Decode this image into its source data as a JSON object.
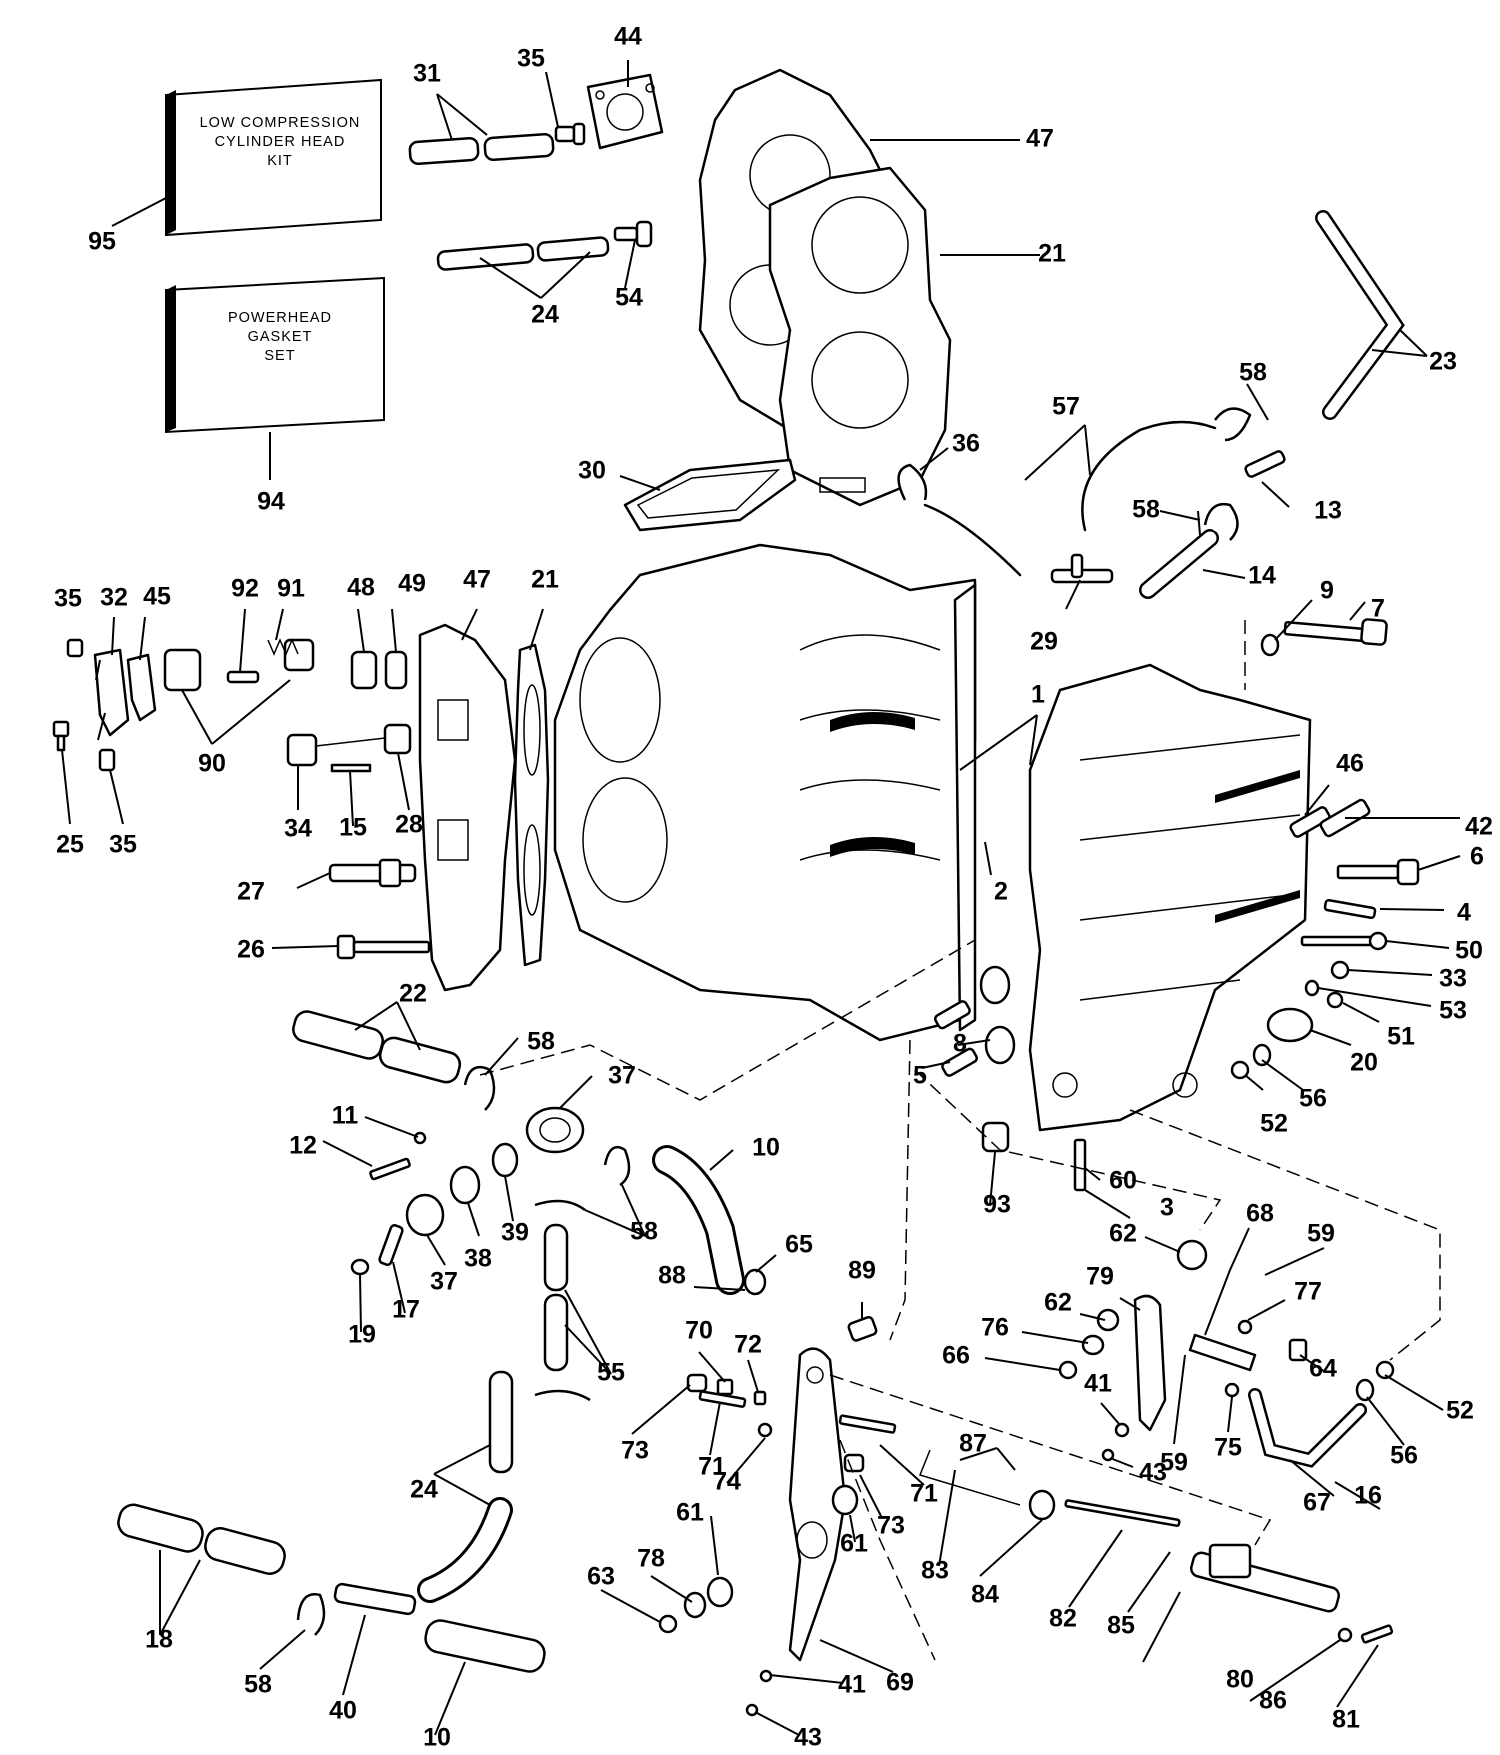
{
  "kits": [
    {
      "label_lines": [
        "LOW COMPRESSION",
        "CYLINDER HEAD",
        "KIT"
      ],
      "callout": "95"
    },
    {
      "label_lines": [
        "POWERHEAD",
        "GASKET",
        "SET"
      ],
      "callout": "94"
    }
  ],
  "callouts": [
    "31",
    "35",
    "44",
    "47",
    "21",
    "95",
    "24",
    "54",
    "94",
    "23",
    "58",
    "57",
    "30",
    "36",
    "58",
    "13",
    "14",
    "29",
    "9",
    "7",
    "35",
    "32",
    "45",
    "92",
    "91",
    "48",
    "49",
    "47",
    "21",
    "1",
    "90",
    "46",
    "25",
    "35",
    "34",
    "15",
    "28",
    "42",
    "6",
    "27",
    "2",
    "4",
    "26",
    "50",
    "33",
    "53",
    "51",
    "20",
    "22",
    "8",
    "5",
    "56",
    "52",
    "58",
    "37",
    "11",
    "12",
    "10",
    "60",
    "93",
    "3",
    "39",
    "38",
    "58",
    "68",
    "62",
    "59",
    "17",
    "37",
    "19",
    "65",
    "88",
    "89",
    "79",
    "77",
    "62",
    "76",
    "66",
    "64",
    "55",
    "70",
    "72",
    "41",
    "52",
    "73",
    "71",
    "74",
    "59",
    "75",
    "56",
    "43",
    "87",
    "24",
    "71",
    "73",
    "67",
    "16",
    "61",
    "61",
    "83",
    "84",
    "82",
    "63",
    "78",
    "85",
    "80",
    "18",
    "58",
    "40",
    "69",
    "41",
    "86",
    "81",
    "10",
    "43"
  ]
}
